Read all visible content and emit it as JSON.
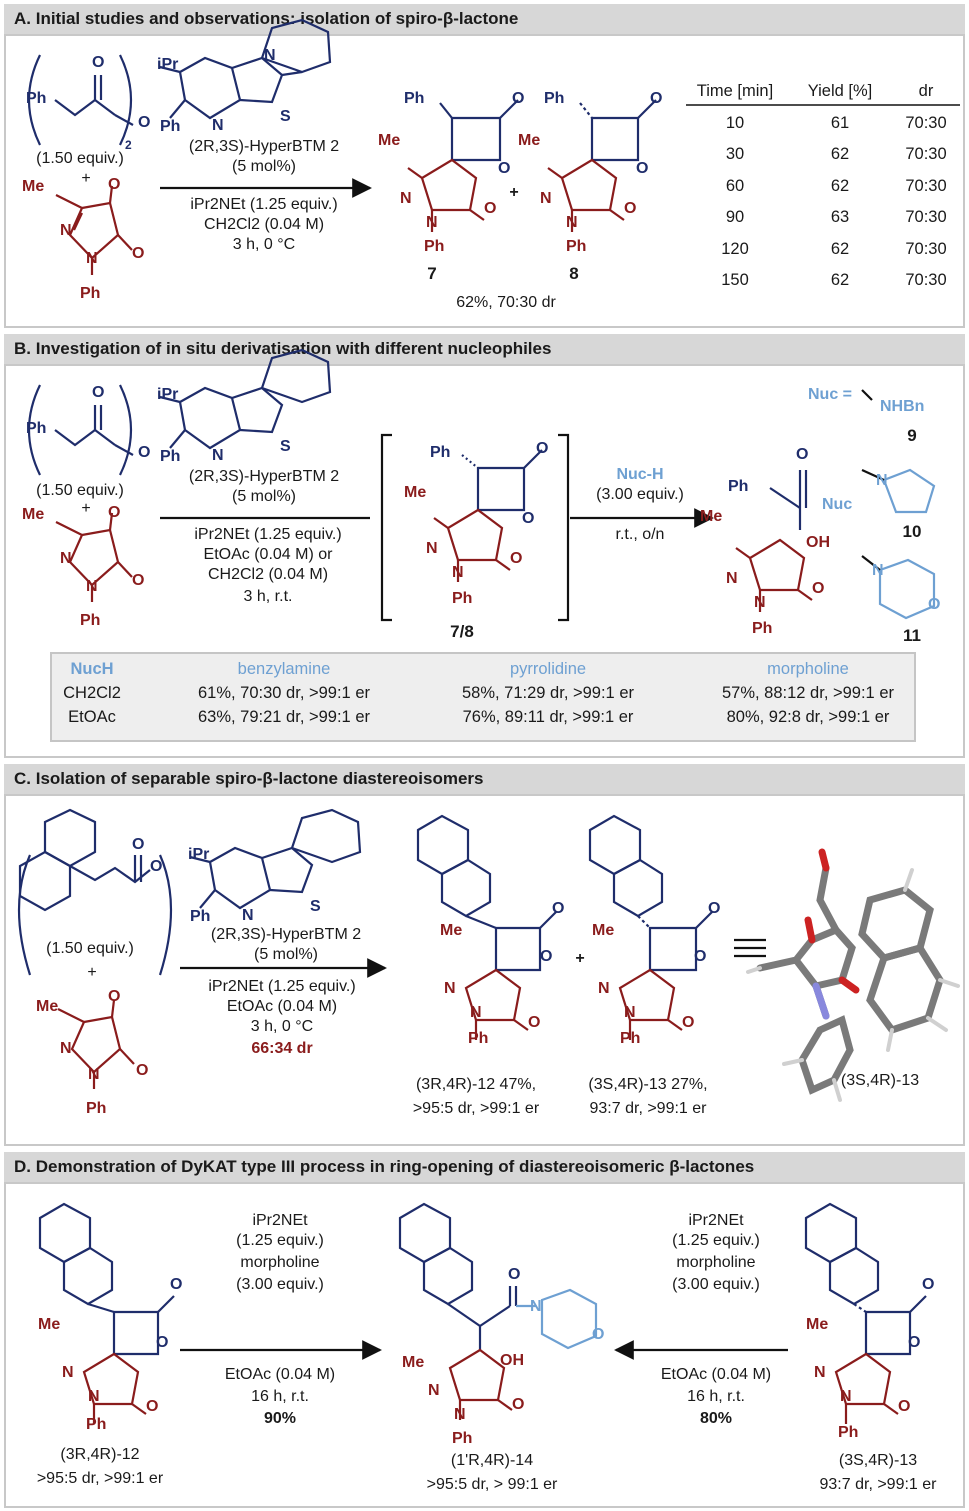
{
  "panels": {
    "A": {
      "header": "A. Initial studies and observations: isolation of spiro-β-lactone",
      "anhydride_equiv": "(1.50 equiv.)",
      "catalyst_name": "(2R,3S)-HyperBTM 2",
      "catalyst_loading": "(5 mol%)",
      "base": "iPr2NEt (1.25 equiv.)",
      "solvent": "CH2Cl2 (0.04 M)",
      "conditions": "3 h, 0 °C",
      "product_1": "7",
      "product_2": "8",
      "result": "62%, 70:30 dr",
      "table": {
        "headers": [
          "Time [min]",
          "Yield [%]",
          "dr"
        ],
        "rows": [
          [
            "10",
            "61",
            "70:30"
          ],
          [
            "30",
            "62",
            "70:30"
          ],
          [
            "60",
            "62",
            "70:30"
          ],
          [
            "90",
            "63",
            "70:30"
          ],
          [
            "120",
            "62",
            "70:30"
          ],
          [
            "150",
            "62",
            "70:30"
          ]
        ]
      }
    },
    "B": {
      "header": "B. Investigation of in situ derivatisation with different nucleophiles",
      "anhydride_equiv": "(1.50 equiv.)",
      "catalyst_name": "(2R,3S)-HyperBTM 2",
      "catalyst_loading": "(5 mol%)",
      "base": "iPr2NEt (1.25 equiv.)",
      "solvent_1": "EtOAc (0.04 M) or",
      "solvent_2": "CH2Cl2 (0.04 M)",
      "conditions": "3 h, r.t.",
      "intermediate": "7/8",
      "reagent": "Nuc-H",
      "reagent_equiv": "(3.00 equiv.)",
      "reagent_conditions": "r.t., o/n",
      "nuc_eq": "Nuc =",
      "nuc_9": "NHBn",
      "label_9": "9",
      "label_10": "10",
      "label_11": "11",
      "results": {
        "header": "NucH",
        "nucleophiles": [
          "benzylamine",
          "pyrrolidine",
          "morpholine"
        ],
        "rows": [
          {
            "solvent": "CH2Cl2",
            "values": [
              "61%, 70:30 dr, >99:1 er",
              "58%, 71:29 dr, >99:1 er",
              "57%, 88:12 dr, >99:1 er"
            ]
          },
          {
            "solvent": "EtOAc",
            "values": [
              "63%, 79:21 dr, >99:1 er",
              "76%, 89:11 dr, >99:1 er",
              "80%, 92:8 dr, >99:1 er"
            ]
          }
        ]
      }
    },
    "C": {
      "header": "C. Isolation of separable spiro-β-lactone diastereoisomers",
      "anhydride_equiv": "(1.50 equiv.)",
      "catalyst_name": "(2R,3S)-HyperBTM 2",
      "catalyst_loading": "(5 mol%)",
      "base": "iPr2NEt (1.25 equiv.)",
      "solvent": "EtOAc (0.04 M)",
      "conditions": "3 h, 0 °C",
      "dr": "66:34 dr",
      "product_1_label": "(3R,4R)-12 47%,",
      "product_1_sel": ">95:5 dr, >99:1 er",
      "product_2_label": "(3S,4R)-13 27%,",
      "product_2_sel": "93:7 dr, >99:1 er",
      "crystal_label": "(3S,4R)-13"
    },
    "D": {
      "header": "D. Demonstration of DyKAT type III process in ring-opening of diastereoisomeric β-lactones",
      "left_base": "iPr2NEt",
      "left_base_equiv": "(1.25 equiv.)",
      "left_nuc": "morpholine",
      "left_nuc_equiv": "(3.00 equiv.)",
      "left_solvent": "EtOAc (0.04 M)",
      "left_conditions": "16 h, r.t.",
      "left_yield": "90%",
      "right_base": "iPr2NEt",
      "right_base_equiv": "(1.25 equiv.)",
      "right_nuc": "morpholine",
      "right_nuc_equiv": "(3.00 equiv.)",
      "right_solvent": "EtOAc (0.04 M)",
      "right_conditions": "16 h, r.t.",
      "right_yield": "80%",
      "sm_left": "(3R,4R)-12",
      "sm_left_sel": ">95:5 dr, >99:1 er",
      "product": "(1'R,4R)-14",
      "product_sel": ">95:5 dr, > 99:1 er",
      "sm_right": "(3S,4R)-13",
      "sm_right_sel": "93:7 dr, >99:1 er"
    }
  },
  "atoms": {
    "Ph": "Ph",
    "Me": "Me",
    "O": "O",
    "N": "N",
    "S": "S",
    "OH": "OH",
    "Nuc": "Nuc",
    "iPr": "iPr",
    "plus": "+",
    "sub2": "2"
  },
  "colors": {
    "red": "#8a1c1c",
    "blue": "#1f2d6b",
    "lightblue": "#6ea0d2",
    "header": "#d7d7d7"
  }
}
